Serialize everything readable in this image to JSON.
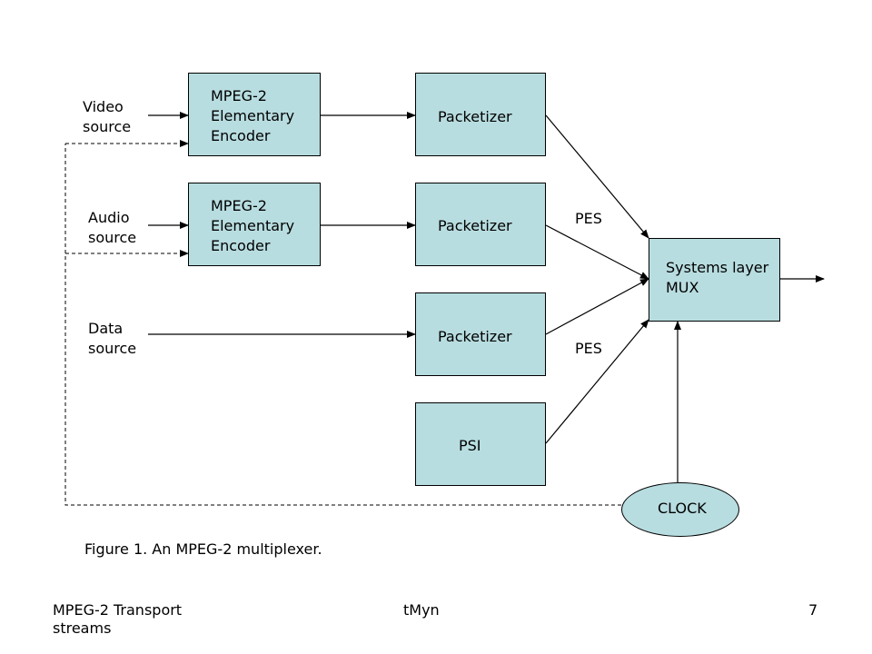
{
  "diagram": {
    "sources": {
      "video": "Video\nsource",
      "audio": "Audio\nsource",
      "data": "Data\nsource"
    },
    "encoders": {
      "video": "MPEG-2\nElementary\nEncoder",
      "audio": "MPEG-2\nElementary\nEncoder"
    },
    "packetizers": {
      "video": "Packetizer",
      "audio": "Packetizer",
      "data": "Packetizer"
    },
    "psi": "PSI",
    "pes_label_1": "PES",
    "pes_label_2": "PES",
    "mux": "Systems layer\nMUX",
    "clock": "CLOCK",
    "caption": "Figure 1. An MPEG-2 multiplexer."
  },
  "footer": {
    "left": "MPEG-2 Transport\nstreams",
    "center": "tMyn",
    "page": "7"
  },
  "colors": {
    "box_fill": "#b8dde0",
    "stroke": "#000000"
  }
}
